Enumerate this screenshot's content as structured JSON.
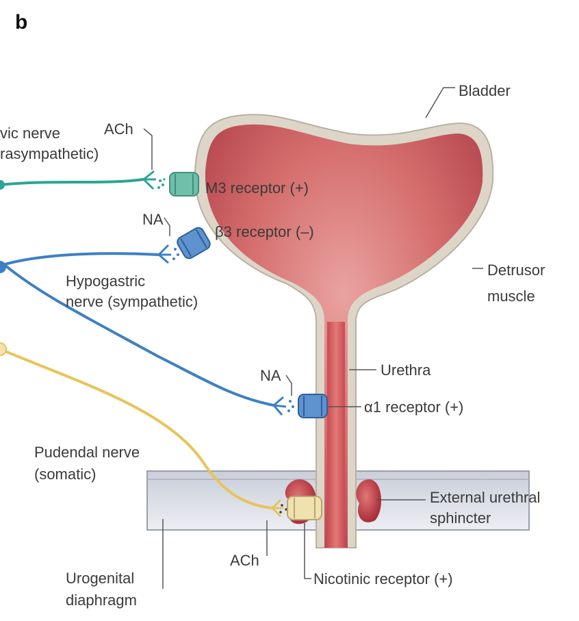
{
  "panel_label": "b",
  "labels": {
    "bladder": "Bladder",
    "pelvic_nerve_line1": "vic nerve",
    "pelvic_nerve_line2": "rasympathetic)",
    "ach_top": "ACh",
    "m3_receptor": "M3 receptor (+)",
    "na_top": "NA",
    "beta3_receptor": "β3 receptor (–)",
    "hypogastric_line1": "Hypogastric",
    "hypogastric_line2": "nerve (sympathetic)",
    "detrusor_line1": "Detrusor",
    "detrusor_line2": "muscle",
    "na_bottom": "NA",
    "urethra": "Urethra",
    "alpha1_receptor": "α1 receptor (+)",
    "pudendal_line1": "Pudendal nerve",
    "pudendal_line2": "(somatic)",
    "external_sphincter_line1": "External urethral",
    "external_sphincter_line2": "sphincter",
    "ach_bottom": "ACh",
    "urogenital_line1": "Urogenital",
    "urogenital_line2": "diaphragm",
    "nicotinic_receptor": "Nicotinic receptor (+)"
  },
  "colors": {
    "bladder_fill": "#cf5a5a",
    "bladder_wall": "#ddd6c8",
    "parasympathetic_nerve": "#2aa596",
    "sympathetic_nerve": "#3e7fc4",
    "somatic_nerve": "#e8c35a",
    "m3_receptor": "#6fbfaa",
    "beta_alpha_receptor": "#5d93cf",
    "nicotinic_receptor": "#f0e2b0",
    "sphincter": "#b02a3a",
    "diaphragm": "#d9dde6"
  }
}
